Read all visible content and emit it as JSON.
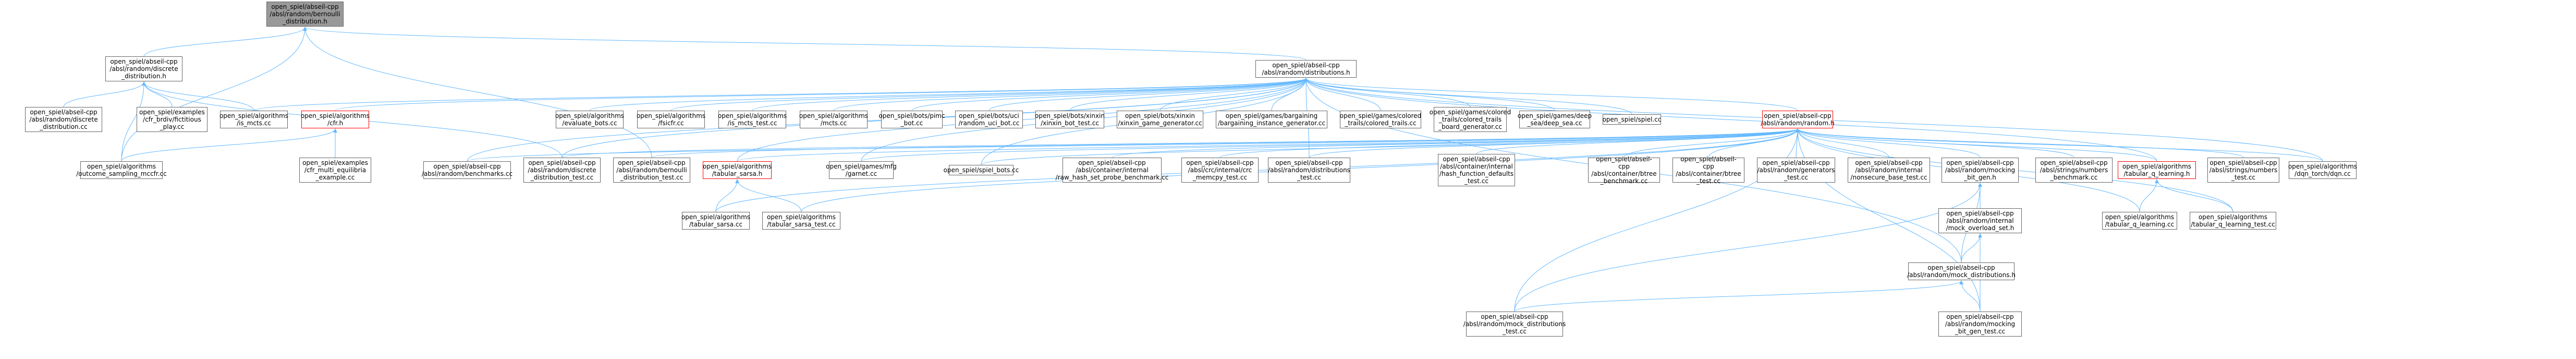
{
  "diagram": {
    "nodes": [
      {
        "id": "n_root",
        "label": "open_spiel/abseil-cpp\n/absl/random/bernoulli\n_distribution.h",
        "style": "root"
      },
      {
        "id": "n_discrete_h",
        "label": "open_spiel/abseil-cpp\n/absl/random/discrete\n_distribution.h",
        "style": "normal"
      },
      {
        "id": "n_distributions_h",
        "label": "open_spiel/abseil-cpp\n/absl/random/distributions.h",
        "style": "normal"
      },
      {
        "id": "n_discrete_distribution_cc",
        "label": "open_spiel/abseil-cpp\n/absl/random/discrete\n_distribution.cc",
        "style": "normal"
      },
      {
        "id": "n_cfr_br",
        "label": "open_spiel/examples\n/cfr_brdiv/fictitious\n_play.cc",
        "style": "normal"
      },
      {
        "id": "n_is_mcts",
        "label": "open_spiel/algorithms\n/is_mcts.cc",
        "style": "normal"
      },
      {
        "id": "n_cfr_h",
        "label": "open_spiel/algorithms\n/cfr.h",
        "style": "red"
      },
      {
        "id": "n_evaluate_bots",
        "label": "open_spiel/algorithms\n/evaluate_bots.cc",
        "style": "normal"
      },
      {
        "id": "n_fsicfr",
        "label": "open_spiel/algorithms\n/fsicfr.cc",
        "style": "normal"
      },
      {
        "id": "n_is_mcts_test",
        "label": "open_spiel/algorithms\n/is_mcts_test.cc",
        "style": "normal"
      },
      {
        "id": "n_mcts",
        "label": "open_spiel/algorithms\n/mcts.cc",
        "style": "normal"
      },
      {
        "id": "n_bots_pimc",
        "label": "open_spiel/bots/pimc\n_bot.cc",
        "style": "normal"
      },
      {
        "id": "n_bots_uci",
        "label": "open_spiel/bots/uci\n/random_uci_bot.cc",
        "style": "normal"
      },
      {
        "id": "n_bots_xinxin_test",
        "label": "open_spiel/bots/xinxin\n/xinxin_bot_test.cc",
        "style": "normal"
      },
      {
        "id": "n_bots_xinxin_gen",
        "label": "open_spiel/bots/xinxin\n/xinxin_game_generator.cc",
        "style": "normal"
      },
      {
        "id": "n_bargaining",
        "label": "open_spiel/games/bargaining\n/bargaining_instance_generator.cc",
        "style": "normal"
      },
      {
        "id": "n_colored_trails",
        "label": "open_spiel/games/colored\n_trails/colored_trails.cc",
        "style": "normal"
      },
      {
        "id": "n_colored_trails_gen",
        "label": "open_spiel/games/colored\n_trails/colored_trails\n_board_generator.cc",
        "style": "normal"
      },
      {
        "id": "n_deep_sea",
        "label": "open_spiel/games/deep\n_sea/deep_sea.cc",
        "style": "normal"
      },
      {
        "id": "n_spiel_cc",
        "label": "open_spiel/spiel.cc",
        "style": "normal"
      },
      {
        "id": "n_random_h",
        "label": "open_spiel/abseil-cpp\n/absl/random/random.h",
        "style": "red"
      },
      {
        "id": "n_outcome_sampling",
        "label": "open_spiel/algorithms\n/outcome_sampling_mccfr.cc",
        "style": "normal"
      },
      {
        "id": "n_cfr_multi",
        "label": "open_spiel/examples\n/cfr_multi_equilibria\n_example.cc",
        "style": "normal"
      },
      {
        "id": "n_benchmarks",
        "label": "open_spiel/abseil-cpp\n/absl/random/benchmarks.cc",
        "style": "normal"
      },
      {
        "id": "n_discrete_test",
        "label": "open_spiel/abseil-cpp\n/absl/random/discrete\n_distribution_test.cc",
        "style": "normal"
      },
      {
        "id": "n_bernoulli_test",
        "label": "open_spiel/abseil-cpp\n/absl/random/bernoulli\n_distribution_test.cc",
        "style": "normal"
      },
      {
        "id": "n_tabular_sarsa_h",
        "label": "open_spiel/algorithms\n/tabular_sarsa.h",
        "style": "red"
      },
      {
        "id": "n_mfg_garnet",
        "label": "open_spiel/games/mfg\n/garnet.cc",
        "style": "normal"
      },
      {
        "id": "n_spiel_bots",
        "label": "open_spiel/spiel_bots.cc",
        "style": "normal"
      },
      {
        "id": "n_raw_hash_set",
        "label": "open_spiel/abseil-cpp\n/absl/container/internal\n/raw_hash_set_probe_benchmark.cc",
        "style": "normal"
      },
      {
        "id": "n_memcpy_test",
        "label": "open_spiel/abseil-cpp\n/absl/crc/internal/crc\n_memcpy_test.cc",
        "style": "normal"
      },
      {
        "id": "n_distributions_test",
        "label": "open_spiel/abseil-cpp\n/absl/random/distributions\n_test.cc",
        "style": "normal"
      },
      {
        "id": "n_hash_defaults",
        "label": "open_spiel/abseil-cpp\n/absl/container/internal\n/hash_function_defaults\n_test.cc",
        "style": "normal"
      },
      {
        "id": "n_btree_benchmark",
        "label": "open_spiel/abseil-cpp\n/absl/container/btree\n_benchmark.cc",
        "style": "normal"
      },
      {
        "id": "n_btree_test",
        "label": "open_spiel/abseil-cpp\n/absl/container/btree\n_test.cc",
        "style": "normal"
      },
      {
        "id": "n_generators_test",
        "label": "open_spiel/abseil-cpp\n/absl/random/generators\n_test.cc",
        "style": "normal"
      },
      {
        "id": "n_nonsecure_test",
        "label": "open_spiel/abseil-cpp\n/absl/random/internal\n/nonsecure_base_test.cc",
        "style": "normal"
      },
      {
        "id": "n_mocking_bit_gen_h",
        "label": "open_spiel/abseil-cpp\n/absl/random/mocking\n_bit_gen.h",
        "style": "normal"
      },
      {
        "id": "n_numbers_benchmark",
        "label": "open_spiel/abseil-cpp\n/absl/strings/numbers\n_benchmark.cc",
        "style": "normal"
      },
      {
        "id": "n_tabular_q_h",
        "label": "open_spiel/algorithms\n/tabular_q_learning.h",
        "style": "red"
      },
      {
        "id": "n_numbers_test",
        "label": "open_spiel/abseil-cpp\n/absl/strings/numbers\n_test.cc",
        "style": "normal"
      },
      {
        "id": "n_dqn_torch",
        "label": "open_spiel/algorithms\n/dqn_torch/dqn.cc",
        "style": "normal"
      },
      {
        "id": "n_tabular_sarsa_cc",
        "label": "open_spiel/algorithms\n/tabular_sarsa.cc",
        "style": "normal"
      },
      {
        "id": "n_tabular_sarsa_test",
        "label": "open_spiel/algorithms\n/tabular_sarsa_test.cc",
        "style": "normal"
      },
      {
        "id": "n_mock_overload_set",
        "label": "open_spiel/abseil-cpp\n/absl/random/internal\n/mock_overload_set.h",
        "style": "normal"
      },
      {
        "id": "n_tabular_q_cc",
        "label": "open_spiel/algorithms\n/tabular_q_learning.cc",
        "style": "normal"
      },
      {
        "id": "n_tabular_q_test",
        "label": "open_spiel/algorithms\n/tabular_q_learning_test.cc",
        "style": "normal"
      },
      {
        "id": "n_mock_distributions_h",
        "label": "open_spiel/abseil-cpp\n/absl/random/mock_distributions.h",
        "style": "normal"
      },
      {
        "id": "n_mock_distributions_test",
        "label": "open_spiel/abseil-cpp\n/absl/random/mock_distributions\n_test.cc",
        "style": "normal"
      },
      {
        "id": "n_mocking_bit_gen_test",
        "label": "open_spiel/abseil-cpp\n/absl/random/mocking\n_bit_gen_test.cc",
        "style": "normal"
      }
    ],
    "edges": [
      [
        "n_discrete_h",
        "n_root"
      ],
      [
        "n_distributions_h",
        "n_root"
      ],
      [
        "n_bernoulli_test",
        "n_root"
      ],
      [
        "n_outcome_sampling",
        "n_root"
      ],
      [
        "n_discrete_distribution_cc",
        "n_discrete_h"
      ],
      [
        "n_cfr_br",
        "n_discrete_h"
      ],
      [
        "n_is_mcts",
        "n_discrete_h"
      ],
      [
        "n_discrete_test",
        "n_discrete_h"
      ],
      [
        "n_outcome_sampling",
        "n_discrete_h"
      ],
      [
        "n_is_mcts",
        "n_distributions_h"
      ],
      [
        "n_cfr_h",
        "n_distributions_h"
      ],
      [
        "n_evaluate_bots",
        "n_distributions_h"
      ],
      [
        "n_fsicfr",
        "n_distributions_h"
      ],
      [
        "n_is_mcts_test",
        "n_distributions_h"
      ],
      [
        "n_mcts",
        "n_distributions_h"
      ],
      [
        "n_bots_pimc",
        "n_distributions_h"
      ],
      [
        "n_bots_uci",
        "n_distributions_h"
      ],
      [
        "n_bots_xinxin_test",
        "n_distributions_h"
      ],
      [
        "n_bots_xinxin_gen",
        "n_distributions_h"
      ],
      [
        "n_bargaining",
        "n_distributions_h"
      ],
      [
        "n_colored_trails",
        "n_distributions_h"
      ],
      [
        "n_colored_trails_gen",
        "n_distributions_h"
      ],
      [
        "n_deep_sea",
        "n_distributions_h"
      ],
      [
        "n_spiel_cc",
        "n_distributions_h"
      ],
      [
        "n_random_h",
        "n_distributions_h"
      ],
      [
        "n_benchmarks",
        "n_distributions_h"
      ],
      [
        "n_discrete_test",
        "n_distributions_h"
      ],
      [
        "n_tabular_sarsa_h",
        "n_distributions_h"
      ],
      [
        "n_mfg_garnet",
        "n_distributions_h"
      ],
      [
        "n_spiel_bots",
        "n_distributions_h"
      ],
      [
        "n_distributions_test",
        "n_distributions_h"
      ],
      [
        "n_tabular_q_h",
        "n_distributions_h"
      ],
      [
        "n_dqn_torch",
        "n_distributions_h"
      ],
      [
        "n_mock_distributions_h",
        "n_distributions_h"
      ],
      [
        "n_outcome_sampling",
        "n_cfr_h"
      ],
      [
        "n_cfr_multi",
        "n_cfr_h"
      ],
      [
        "n_benchmarks",
        "n_random_h"
      ],
      [
        "n_discrete_test",
        "n_random_h"
      ],
      [
        "n_bernoulli_test",
        "n_random_h"
      ],
      [
        "n_tabular_sarsa_h",
        "n_random_h"
      ],
      [
        "n_mfg_garnet",
        "n_random_h"
      ],
      [
        "n_spiel_bots",
        "n_random_h"
      ],
      [
        "n_raw_hash_set",
        "n_random_h"
      ],
      [
        "n_memcpy_test",
        "n_random_h"
      ],
      [
        "n_distributions_test",
        "n_random_h"
      ],
      [
        "n_hash_defaults",
        "n_random_h"
      ],
      [
        "n_btree_benchmark",
        "n_random_h"
      ],
      [
        "n_btree_test",
        "n_random_h"
      ],
      [
        "n_generators_test",
        "n_random_h"
      ],
      [
        "n_nonsecure_test",
        "n_random_h"
      ],
      [
        "n_mocking_bit_gen_h",
        "n_random_h"
      ],
      [
        "n_numbers_benchmark",
        "n_random_h"
      ],
      [
        "n_tabular_q_h",
        "n_random_h"
      ],
      [
        "n_numbers_test",
        "n_random_h"
      ],
      [
        "n_dqn_torch",
        "n_random_h"
      ],
      [
        "n_tabular_sarsa_cc",
        "n_random_h"
      ],
      [
        "n_tabular_sarsa_test",
        "n_random_h"
      ],
      [
        "n_tabular_q_cc",
        "n_random_h"
      ],
      [
        "n_tabular_q_test",
        "n_random_h"
      ],
      [
        "n_mock_distributions_test",
        "n_random_h"
      ],
      [
        "n_mocking_bit_gen_test",
        "n_random_h"
      ],
      [
        "n_tabular_sarsa_cc",
        "n_tabular_sarsa_h"
      ],
      [
        "n_tabular_sarsa_test",
        "n_tabular_sarsa_h"
      ],
      [
        "n_mock_overload_set",
        "n_mocking_bit_gen_h"
      ],
      [
        "n_mock_distributions_h",
        "n_mocking_bit_gen_h"
      ],
      [
        "n_mocking_bit_gen_test",
        "n_mocking_bit_gen_h"
      ],
      [
        "n_mock_distributions_test",
        "n_mocking_bit_gen_h"
      ],
      [
        "n_tabular_q_cc",
        "n_tabular_q_h"
      ],
      [
        "n_tabular_q_test",
        "n_tabular_q_h"
      ],
      [
        "n_mock_distributions_h",
        "n_mock_overload_set"
      ],
      [
        "n_mock_distributions_test",
        "n_mock_distributions_h"
      ],
      [
        "n_mocking_bit_gen_test",
        "n_mock_distributions_h"
      ]
    ],
    "edge_color": "#63b8ff",
    "node_border_color": "#666666",
    "highlight_border_color": "#ff0000",
    "root_fill_color": "#999999"
  }
}
